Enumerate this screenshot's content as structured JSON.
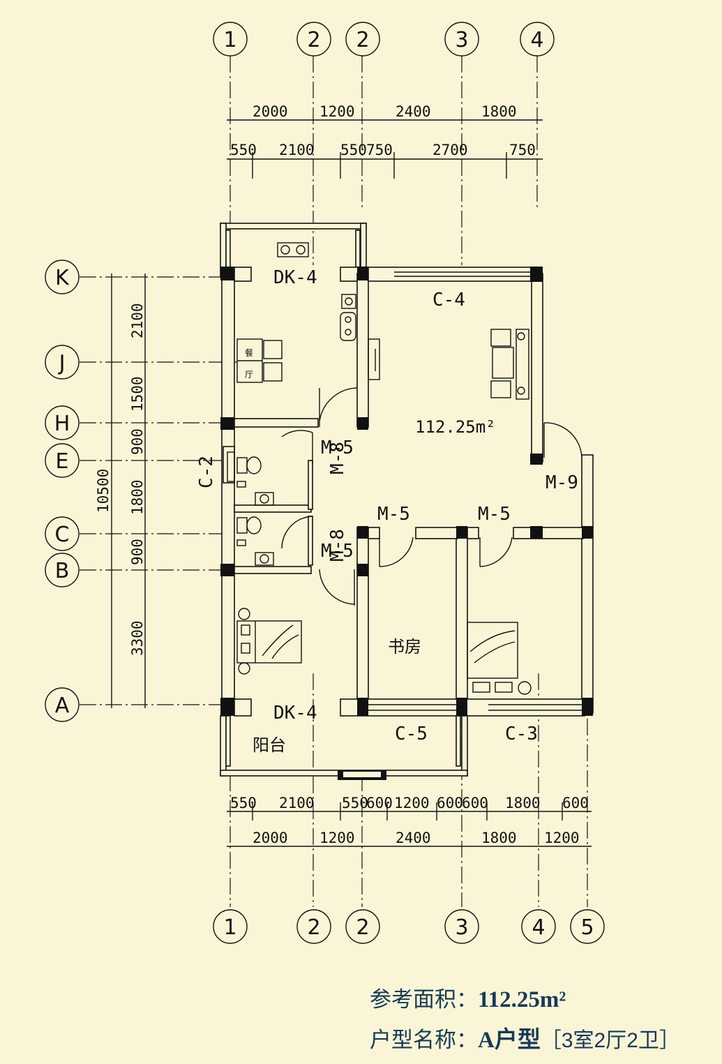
{
  "axes_top": [
    "1",
    "2",
    "2",
    "3",
    "4"
  ],
  "axes_bottom": [
    "1",
    "2",
    "2",
    "3",
    "4",
    "5"
  ],
  "axes_left": [
    "K",
    "J",
    "H",
    "E",
    "C",
    "B",
    "A"
  ],
  "dims_top_outer": [
    "2000",
    "1200",
    "2400",
    "1800"
  ],
  "dims_top_inner": [
    "550",
    "2100",
    "550",
    "750",
    "2700",
    "750"
  ],
  "dims_bottom_inner": [
    "550",
    "2100",
    "550",
    "600",
    "1200",
    "600",
    "600",
    "1800",
    "600"
  ],
  "dims_bottom_outer": [
    "2000",
    "1200",
    "2400",
    "1800",
    "1200"
  ],
  "dims_left_inner": [
    "2100",
    "1500",
    "900",
    "1800",
    "900",
    "3300"
  ],
  "dims_left_total": "10500",
  "labels": {
    "dk_top": "DK-4",
    "dk_bottom": "DK-4",
    "c4": "C-4",
    "c2": "C-2",
    "c5": "C-5",
    "c3": "C-3",
    "m9": "M-9",
    "m5_a": "M-5",
    "m5_b": "M-5",
    "m5_c": "M-5",
    "m5_d": "M-5",
    "m8_a": "M-8",
    "m8_b": "M-8",
    "area": "112.25m²",
    "study": "书房",
    "balcony": "阳台",
    "dining_1": "餐",
    "dining_2": "厅"
  },
  "caption": {
    "area_label": "参考面积：",
    "area_value": "112.25m²",
    "type_label": "户型名称：",
    "type_value": "A户型",
    "type_detail": "［3室2厅2卫］"
  },
  "colors": {
    "background": "#fbf5d7",
    "ink": "#111111",
    "caption": "#163b55"
  }
}
